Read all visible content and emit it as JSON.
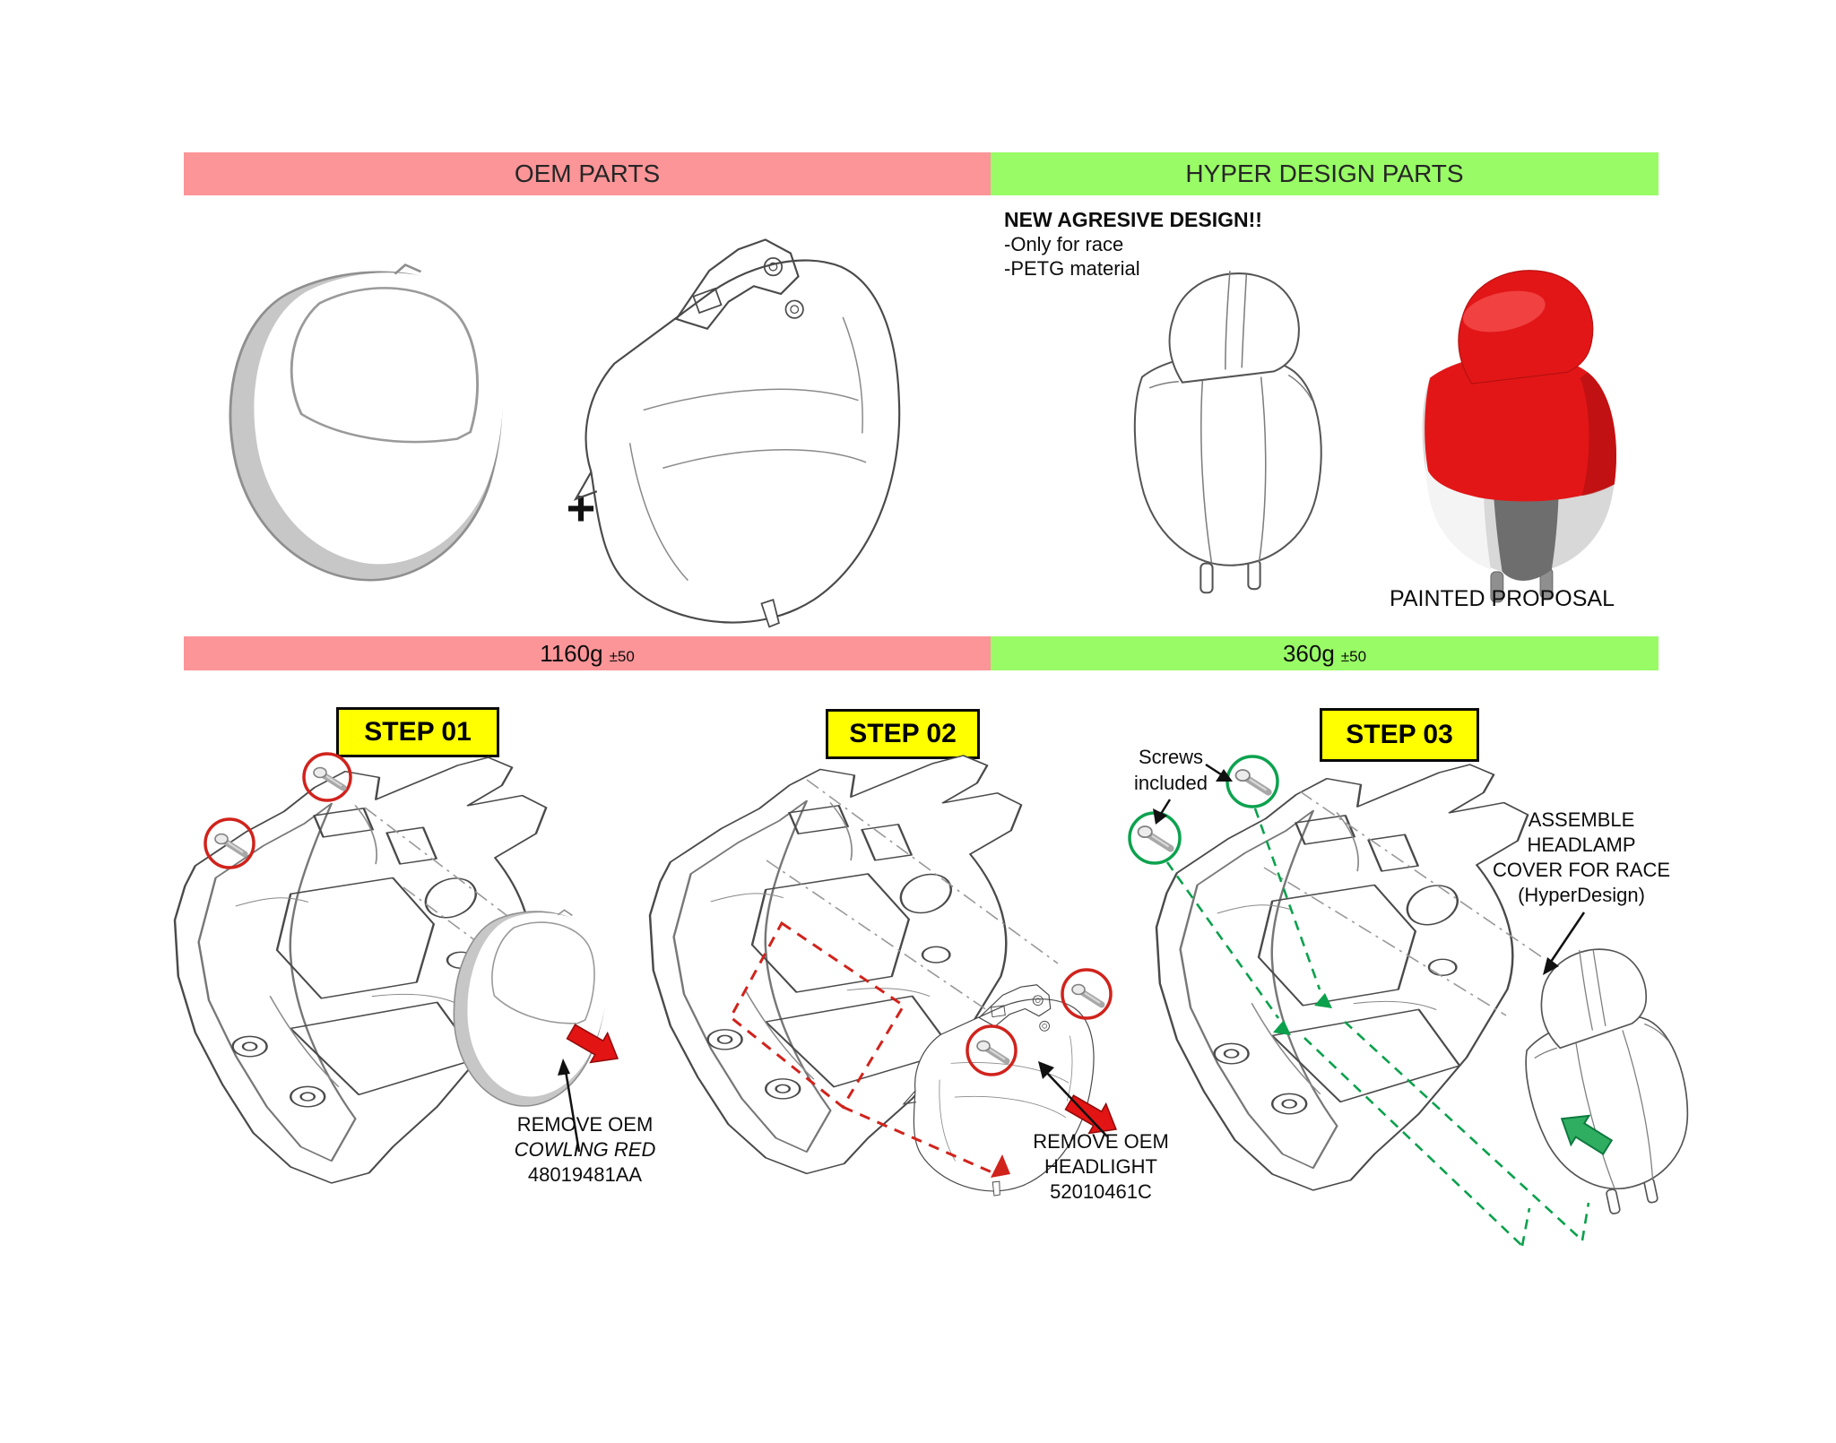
{
  "header": {
    "oem_label": "OEM PARTS",
    "hyper_label": "HYPER DESIGN PARTS"
  },
  "colors": {
    "oem_pink": "#fc9598",
    "hyper_green": "#99fb66",
    "step_yellow": "#ffff00",
    "annotation_red": "#d0231c",
    "annotation_green": "#0ca24e",
    "painted_red": "#e21617"
  },
  "oem": {
    "plus": "+",
    "weight": "1160g",
    "tolerance": "±50"
  },
  "hyper": {
    "title": "NEW AGRESIVE DESIGN!!",
    "notes": [
      "-Only for race",
      "-PETG material"
    ],
    "painted_caption": "PAINTED PROPOSAL",
    "weight": "360g",
    "tolerance": "±50"
  },
  "steps": {
    "step1": {
      "label": "STEP 01",
      "note": [
        "REMOVE OEM",
        "COWLING RED",
        "48019481AA"
      ]
    },
    "step2": {
      "label": "STEP 02",
      "note": [
        "REMOVE OEM",
        "HEADLIGHT",
        "52010461C"
      ]
    },
    "step3": {
      "label": "STEP 03",
      "screws": [
        "Screws",
        "included"
      ],
      "note": [
        "ASSEMBLE",
        "HEADLAMP",
        "COVER FOR RACE",
        "(HyperDesign)"
      ]
    }
  }
}
